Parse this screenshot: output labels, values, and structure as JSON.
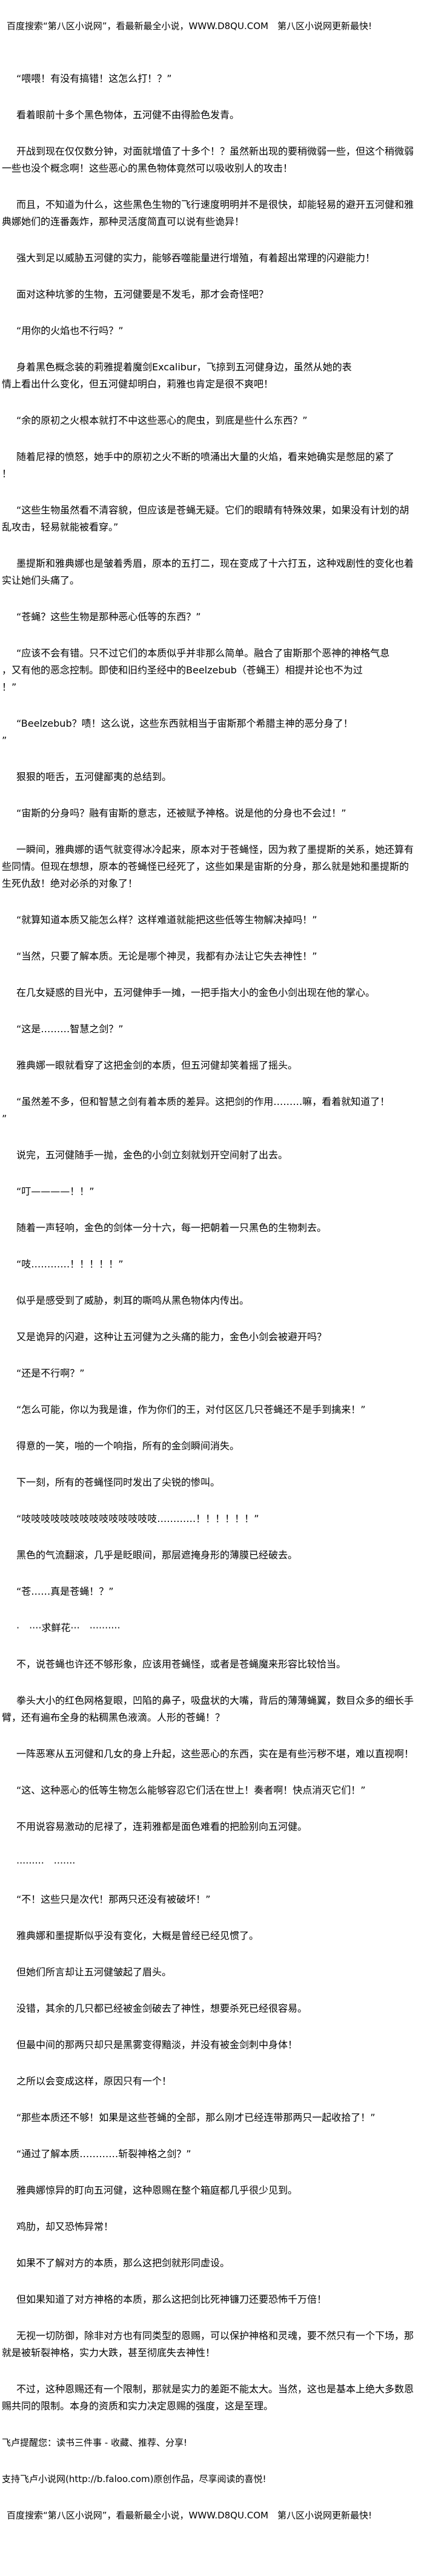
{
  "header": {
    "banner": "百度搜索“第八区小说网”，看最新最全小说，WWW.D8QU.COM　第八区小说网更新最快!"
  },
  "paragraphs": [
    "“喂喂！有没有搞错！这怎么打！？”",
    "看着眼前十多个黑色物体，五河健不由得脸色发青。",
    "开战到现在仅仅数分钟，对面就增值了十多个！？虽然新出现的要稍微弱一些，但这个稍微弱一些也没个概念啊！这些恶心的黑色物体竟然可以吸收别人的攻击！",
    "而且，不知道为什么，这些黑色生物的飞行速度明明并不是很快，却能轻易的避开五河健和雅典娜她们的连番轰炸，那种灵活度简直可以说有些诡异！",
    "强大到足以威胁五河健的实力，能够吞噬能量进行增殖，有着超出常理的闪避能力！",
    "面对这种坑爹的生物，五河健要是不发毛，那才会奇怪吧？",
    "“用你的火焰也不行吗？”",
    "身着黑色概念装的莉雅提着魔剑Excalibur，飞掠到五河健身边，虽然从她的表\n情上看出什么变化，但五河健却明白，莉雅也肯定是很不爽吧！",
    "“余的原初之火根本就打不中这些恶心的爬虫，到底是些什么东西？”",
    "随着尼禄的愤怒，她手中的原初之火不断的喷涌出大量的火焰，看来她确实是憋屈的紧了\n！",
    "“这些生物虽然看不清容貌，但应该是苍蝇无疑。它们的眼睛有特殊效果，如果没有计划的胡乱攻击，轻易就能被看穿。”",
    "墨提斯和雅典娜也是皱着秀眉，原本的五打二，现在变成了十六打五，这种戏剧性的变化也着实让她们头痛了。",
    "“苍蝇？这些生物是那种恶心低等的东西？”",
    "“应该不会有错。只不过它们的本质似乎并非那么简单。融合了宙斯那个恶神的神格气息\n，又有他的恶念控制。即使和旧约圣经中的Beelzebub（苍蝇王）相提并论也不为过\n！”",
    "“Beelzebub？啧！这么说，这些东西就相当于宙斯那个希腊主神的恶分身了！\n”",
    "狠狠的咂舌，五河健鄙夷的总结到。",
    "“宙斯的分身吗？融有宙斯的意志，还被赋予神格。说是他的分身也不会过！”",
    "一瞬间，雅典娜的语气就变得冰冷起来，原本对于苍蝇怪，因为救了墨提斯的关系，她还算有些同情。但现在想想，原本的苍蝇怪已经死了，这些如果是宙斯的分身，那么就是她和墨提斯的生死仇敌！绝对必杀的对象了！",
    "“就算知道本质又能怎么样？这样难道就能把这些低等生物解决掉吗！”",
    "“当然，只要了解本质。无论是哪个神灵，我都有办法让它失去神性！”",
    "在几女疑惑的目光中，五河健伸手一摊，一把手指大小的金色小剑出现在他的掌心。",
    "“这是………智慧之剑？”",
    "雅典娜一眼就看穿了这把金剑的本质，但五河健却笑着摇了摇头。",
    "“虽然差不多，但和智慧之剑有着本质的差异。这把剑的作用………嘛，看着就知道了！\n”",
    "说完，五河健随手一抛，金色的小剑立刻就划开空间射了出去。",
    "“叮————！！”",
    "随着一声轻响，金色的剑体一分十六，每一把朝着一只黑色的生物刺去。",
    "“吱…………！！！！！”",
    "似乎是感受到了威胁，刺耳的嘶鸣从黑色物体内传出。",
    "又是诡异的闪避，这种让五河健为之头痛的能力，金色小剑会被避开吗？",
    "“还是不行啊？”",
    "“怎么可能，你以为我是谁，作为你们的王，对付区区几只苍蝇还不是手到擒来！”",
    "得意的一笑，啪的一个响指，所有的金剑瞬间消失。",
    "下一刻，所有的苍蝇怪同时发出了尖锐的惨叫。",
    "“吱吱吱吱吱吱吱吱吱吱吱吱吱吱…………！！！！！！”",
    "黑色的气流翻滚，几乎是眨眼间，那层遮掩身形的薄膜已经破去。",
    "“苍……真是苍蝇！？”",
    "·　····求鲜花···　··········",
    "不，说苍蝇也许还不够形象，应该用苍蝇怪，或者是苍蝇魔来形容比较恰当。",
    "拳头大小的红色网格复眼，凹陷的鼻子，吸盘状的大嘴，背后的薄薄蝇翼，数目众多的细长手臂，还有遍布全身的粘稠黑色液滴。人形的苍蝇！？",
    "一阵恶寒从五河健和几女的身上升起，这些恶心的东西，实在是有些污秽不堪，难以直视啊！",
    "“这、这种恶心的低等生物怎么能够容忍它们活在世上！奏者啊！快点消灭它们！”",
    "不用说容易激动的尼禄了，连莉雅都是面色难看的把脸别向五河健。",
    "·········　·······",
    "“不！这些只是次代！那两只还没有被破坏！”",
    "雅典娜和墨提斯似乎没有变化，大概是曾经已经见惯了。",
    "但她们所言却让五河健皱起了眉头。",
    "没错，其余的几只都已经被金剑破去了神性，想要杀死已经很容易。",
    "但最中间的那两只却只是黑雾变得黯淡，并没有被金剑刺中身体！",
    "之所以会变成这样，原因只有一个！",
    "“那些本质还不够！如果是这些苍蝇的全部，那么刚才已经连带那两只一起收拾了！”",
    "“通过了解本质…………斩裂神格之剑？”",
    "雅典娜惊异的盯向五河健，这种恩赐在整个箱庭都几乎很少见到。",
    "鸡肋，却又恐怖异常！",
    "如果不了解对方的本质，那么这把剑就形同虚设。",
    "但如果知道了对方神格的本质，那么这把剑比死神镰刀还要恐怖千万倍！",
    "无视一切防御，除非对方也有同类型的恩赐，可以保护神格和灵魂，要不然只有一个下场，那就是被斩裂神格，实力大跌，甚至彻底失去神性！",
    "不过，这种恩赐还有一个限制，那就是实力的差距不能太大。当然，这也是基本上绝大多数恩赐共同的限制。本身的资质和实力决定恩赐的强度，这是至理。"
  ],
  "footer": {
    "reminder": "飞卢提醒您：读书三件事 - 收藏、推荐、分享!",
    "support": "支持飞卢小说网(http://b.faloo.com)原创作品，尽享阅读的喜悦!",
    "banner": "百度搜索“第八区小说网”，看最新最全小说，WWW.D8QU.COM　第八区小说网更新最快!"
  }
}
